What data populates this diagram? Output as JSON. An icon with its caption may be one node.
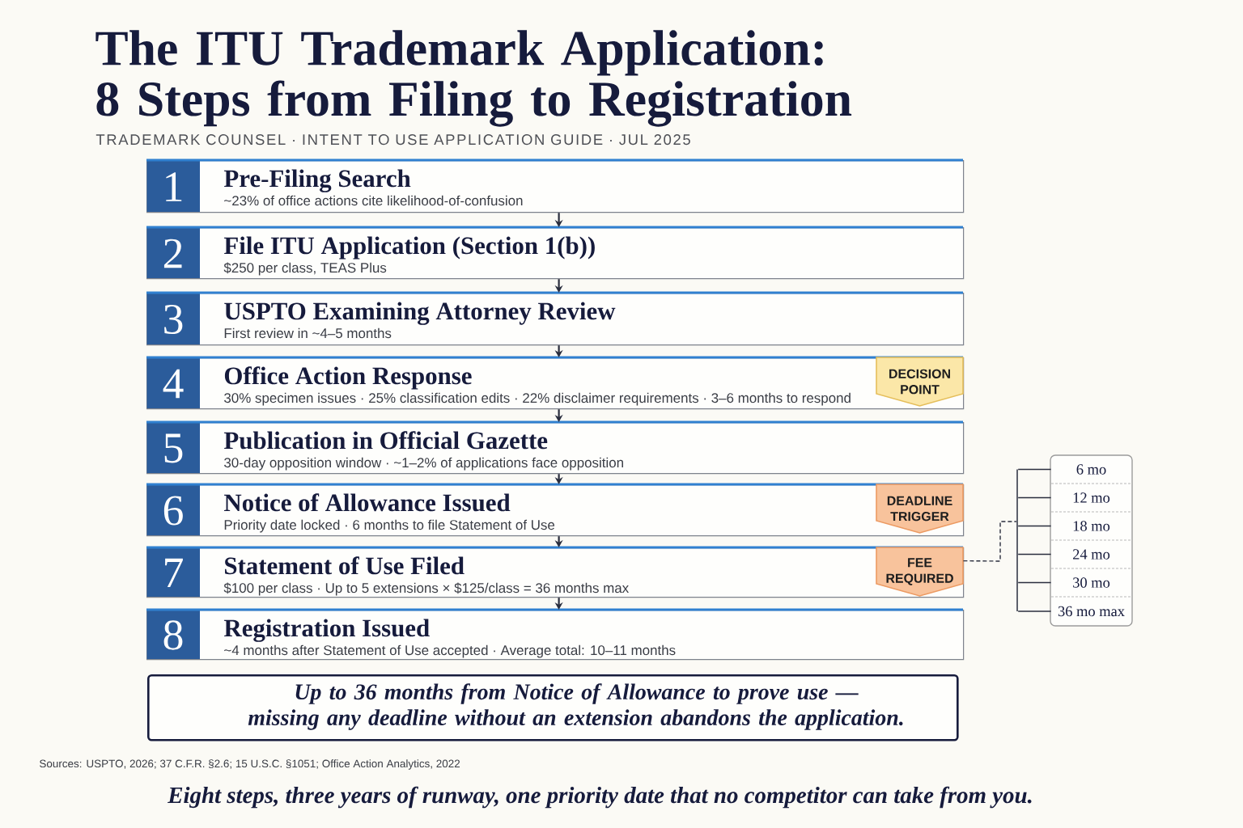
{
  "diagram": {
    "title": "The ITU Trademark Application: 8 Steps from Filing to Registration",
    "nodes": [
      {
        "text": [
          "1",
          "Pre-Filing Search",
          "~23% of office actions cite likelihood-of-confusion"
        ]
      },
      {
        "text": [
          "2",
          "File ITU Application (Section 1(b))",
          "$250 per class, TEAS Plus"
        ]
      },
      {
        "text": [
          "3",
          "USPTO Examining Attorney Review",
          "First review in ~4–5 months"
        ]
      },
      {
        "text": [
          "4",
          "Office Action Response",
          "30% specimen issues · 25% classification edits · 22% disclaimer requirements · 3–6 months to respond"
        ]
      },
      {
        "text": [
          "5",
          "Publication in Official Gazette",
          "30-day opposition window · ~1–2% of applications face opposition"
        ]
      },
      {
        "text": [
          "6",
          "Notice of Allowance Issued",
          "Priority date locked · 6 months to file Statement of Use"
        ]
      },
      {
        "text": [
          "7",
          "Statement of Use Filed",
          "$100 per class · Up to 5 extensions × $125/class = 36 months max"
        ]
      },
      {
        "text": [
          "8",
          "Registration Issued",
          "~4 months after Statement of Use accepted · Average total: 10–11 months"
        ]
      },
      {
        "text": [
          "DECISION POINT"
        ],
        "in": 3
      },
      {
        "text": [
          "DEADLINE TRIGGER"
        ],
        "in": 5
      },
      {
        "text": [
          "FEE REQUIRED"
        ],
        "in": 6
      },
      {
        "text": [],
        "shape": "bar"
      },
      {
        "text": [],
        "shape": "box"
      },
      {
        "text": [
          "6 mo"
        ],
        "in": 12
      },
      {
        "text": [
          "12 mo"
        ],
        "in": 12
      },
      {
        "text": [
          "18 mo"
        ],
        "in": 12
      },
      {
        "text": [
          "24 mo"
        ],
        "in": 12
      },
      {
        "text": [
          "30 mo"
        ],
        "in": 12
      },
      {
        "text": [
          "36 mo max"
        ],
        "in": 12
      },
      {
        "text": [
          "Up to 36 months from Notice of Allowance to prove use — missing any deadline without an extension abandons the application."
        ]
      }
    ],
    "edges": [
      {
        "from": 0,
        "to": 1,
        "arrow": "to"
      },
      {
        "from": 1,
        "to": 2,
        "arrow": "to"
      },
      {
        "from": 2,
        "to": 3,
        "arrow": "to"
      },
      {
        "from": 3,
        "to": 4,
        "arrow": "to"
      },
      {
        "from": 4,
        "to": 5,
        "arrow": "to"
      },
      {
        "from": 5,
        "to": 6,
        "arrow": "to"
      },
      {
        "from": 6,
        "to": 7,
        "arrow": "to"
      },
      {
        "from": 10,
        "to": 11,
        "arrow": "none",
        "style": "dashed"
      },
      {
        "from": 11,
        "to": 13,
        "arrow": "none"
      },
      {
        "from": 11,
        "to": 14,
        "arrow": "none"
      },
      {
        "from": 11,
        "to": 15,
        "arrow": "none"
      },
      {
        "from": 11,
        "to": 16,
        "arrow": "none"
      },
      {
        "from": 11,
        "to": 17,
        "arrow": "none"
      },
      {
        "from": 11,
        "to": 18,
        "arrow": "none"
      }
    ],
    "labels": [
      "TRADEMARK COUNSEL · INTENT TO USE APPLICATION GUIDE · JUL 2025",
      "Sources: USPTO, 2026; 37 C.F.R. §2.6; 15 U.S.C. §1051; Office Action Analytics, 2022"
    ],
    "caption": "Eight steps, three years of runway, one priority date that no competitor can take from you."
  }
}
